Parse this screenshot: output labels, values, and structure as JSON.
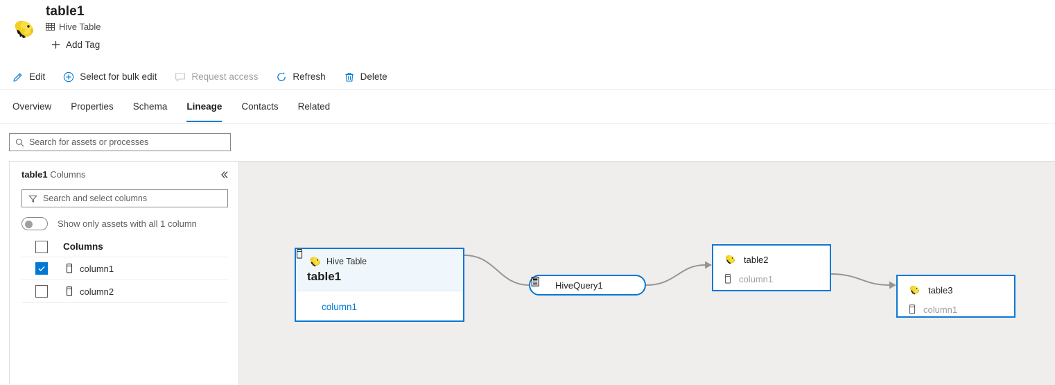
{
  "header": {
    "logo_icon": "hadoop-elephant-icon",
    "title": "table1",
    "type_icon": "grid-icon",
    "type_label": "Hive Table",
    "add_tag_icon": "plus-icon",
    "add_tag_label": "Add Tag"
  },
  "command_bar": {
    "items": [
      {
        "label": "Edit",
        "icon": "pencil-icon",
        "disabled": false
      },
      {
        "label": "Select for bulk edit",
        "icon": "plus-circle-icon",
        "disabled": false
      },
      {
        "label": "Request access",
        "icon": "comment-icon",
        "disabled": true
      },
      {
        "label": "Refresh",
        "icon": "refresh-icon",
        "disabled": false
      },
      {
        "label": "Delete",
        "icon": "trash-icon",
        "disabled": false
      }
    ]
  },
  "tabs": {
    "items": [
      {
        "label": "Overview",
        "active": false
      },
      {
        "label": "Properties",
        "active": false
      },
      {
        "label": "Schema",
        "active": false
      },
      {
        "label": "Lineage",
        "active": true
      },
      {
        "label": "Contacts",
        "active": false
      },
      {
        "label": "Related",
        "active": false
      }
    ]
  },
  "search": {
    "icon": "search-icon",
    "placeholder": "Search for assets or processes",
    "value": ""
  },
  "columns_panel": {
    "title_asset": "table1",
    "title_suffix": " Columns",
    "collapse_icon": "double-chevron-left-icon",
    "filter": {
      "icon": "filter-icon",
      "placeholder": "Search and select columns",
      "value": ""
    },
    "toggle": {
      "label": "Show only assets with all 1 column",
      "on": false
    },
    "header_label": "Columns",
    "header_checked": false,
    "rows": [
      {
        "label": "column1",
        "checked": true,
        "icon": "column-icon"
      },
      {
        "label": "column2",
        "checked": false,
        "icon": "column-icon"
      }
    ]
  },
  "lineage": {
    "main_node": {
      "type_icon": "hadoop-elephant-icon",
      "type_label": "Hive Table",
      "name": "table1",
      "column_icon": "column-icon",
      "column_label": "column1"
    },
    "process_node": {
      "icon": "process-document-icon",
      "label": "HiveQuery1"
    },
    "nodes": [
      {
        "type_icon": "hadoop-elephant-icon",
        "name": "table2",
        "column_icon": "column-icon",
        "column_label": "column1"
      },
      {
        "type_icon": "hadoop-elephant-icon",
        "name": "table3",
        "column_icon": "column-icon",
        "column_label": "column1"
      }
    ]
  },
  "colors": {
    "accent": "#0078d4",
    "canvas": "#f0eeed",
    "node_header": "#eff6fc",
    "edge": "#979593",
    "hive_yellow": "#f2d024",
    "disabled_text": "#a19f9d"
  }
}
